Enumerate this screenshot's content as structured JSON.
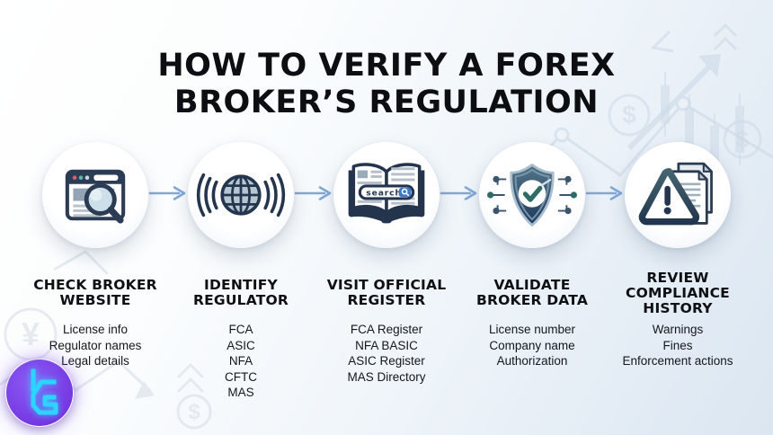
{
  "title": "HOW TO VERIFY A FOREX BROKER’S REGULATION",
  "title_lines": [
    "HOW TO VERIFY A FOREX",
    "BROKER’S REGULATION"
  ],
  "steps": [
    {
      "title": "CHECK BROKER WEBSITE",
      "title_lines": [
        "CHECK BROKER",
        "WEBSITE"
      ],
      "icon": "browser-magnifier-icon",
      "items": [
        "License info",
        "Regulator names",
        "Legal details"
      ]
    },
    {
      "title": "IDENTIFY REGULATOR",
      "title_lines": [
        "IDENTIFY",
        "REGULATOR"
      ],
      "icon": "globe-signal-icon",
      "items": [
        "FCA",
        "ASIC",
        "NFA",
        "CFTC",
        "MAS"
      ]
    },
    {
      "title": "VISIT OFFICIAL REGISTER",
      "title_lines": [
        "VISIT OFFICIAL",
        "REGISTER"
      ],
      "icon": "book-search-icon",
      "search_label": "search",
      "items": [
        "FCA Register",
        "NFA BASIC",
        "ASIC Register",
        "MAS Directory"
      ]
    },
    {
      "title": "VALIDATE BROKER DATA",
      "title_lines": [
        "VALIDATE",
        "BROKER DATA"
      ],
      "icon": "shield-check-icon",
      "items": [
        "License number",
        "Company name",
        "Authorization"
      ]
    },
    {
      "title": "REVIEW COMPLIANCE HISTORY",
      "title_lines": [
        "REVIEW",
        "COMPLIANCE",
        "HISTORY"
      ],
      "icon": "warning-documents-icon",
      "items": [
        "Warnings",
        "Fines",
        "Enforcement actions"
      ]
    }
  ],
  "colors": {
    "text": "#0e1013",
    "icon_navy": "#2b3c54",
    "icon_teal": "#2e6a68",
    "arrow_blue": "#7fa9da",
    "logo_purple": "#7c3aed",
    "logo_cyan": "#2dd4ff",
    "background_start": "#ffffff",
    "background_end": "#dbe6f1",
    "watermark": "#c9d7e6"
  }
}
